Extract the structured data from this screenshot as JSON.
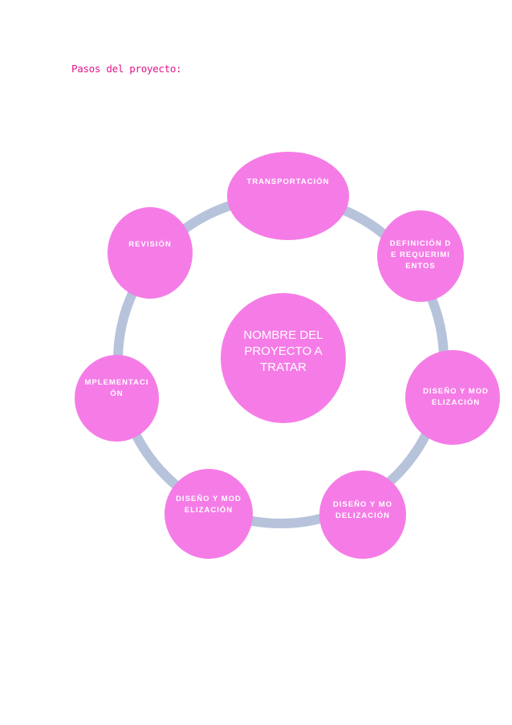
{
  "heading": "Pasos del proyecto:",
  "colors": {
    "heading": "#e0158a",
    "node_fill": "#f57ce6",
    "node_text": "#ffffff",
    "connector": "#b6c3db"
  },
  "diagram": {
    "center": "NOMBRE DEL PROYECTO A TRATAR",
    "steps": [
      "TRANSPORTACIÓN",
      "DEFINICIÓN DE REQUERIMIENTOS",
      "DISEÑO Y MODELIZACIÓN",
      "DISEÑO Y MODELIZACIÓN",
      "DISEÑO Y MODELIZACIÓN",
      "MPLEMENTACIÓN",
      "REVISIÓN"
    ]
  }
}
